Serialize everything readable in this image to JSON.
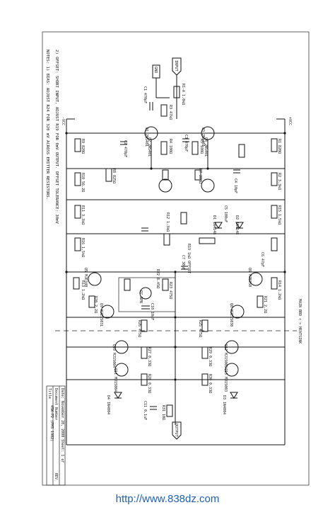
{
  "notes": {
    "line1": "NOTES: 1) BIAS: ADJUST R24 FOR 320 mV ACROSS EMITTER RESISTORS.",
    "line2": "2) OFFSET: SHORT INPUT, ADJUST R19 FOR 0mV OUTPUT. OFFSET TOLERANCE: 30mV"
  },
  "rails": {
    "pos": "+VCC",
    "neg": "-VCC"
  },
  "connectors": {
    "input": "INPUT",
    "output": "OUTPUT",
    "gnd": "GND"
  },
  "heatsink_note": "MAIN BRD < > HEATSINK",
  "title_block": {
    "title_label": "Title",
    "title": "45W-P2 (PMS 1982)",
    "docnum_label": "Document Number",
    "date": "Date: November 28, 2000 Sheet: 1 of",
    "rev_label": "REV"
  },
  "parts": [
    {
      "label": "R1-A 1.0kΩ"
    },
    {
      "label": "C1 470pF"
    },
    {
      "label": "R3 47kΩ"
    },
    {
      "label": "Q1 2N5401"
    },
    {
      "label": "Q2 2N5401"
    },
    {
      "label": "Q3 2N5401"
    },
    {
      "label": "Q4 2N5401"
    },
    {
      "label": "R4 100Ω"
    },
    {
      "label": "R5 100Ω"
    },
    {
      "label": "C2 470pF"
    },
    {
      "label": "C3 470pF"
    },
    {
      "label": "R9 820Ω"
    },
    {
      "label": "R10 56.2Ω"
    },
    {
      "label": "R11 3.3kΩ"
    },
    {
      "label": "R8 825Ω"
    },
    {
      "label": "R1 820Ω"
    },
    {
      "label": "R2 3.3kΩ"
    },
    {
      "label": "R7 200Ω"
    },
    {
      "label": "C4 10pF"
    },
    {
      "label": "C5 100uF"
    },
    {
      "label": "D1 1N4148"
    },
    {
      "label": "D2 1N4148"
    },
    {
      "label": "R15 1.5kΩ"
    },
    {
      "label": "R16 1.5kΩ"
    },
    {
      "label": "R12 1.3kΩ"
    },
    {
      "label": "R19 1kΩ OFFSET"
    },
    {
      "label": "C6 47pF"
    },
    {
      "label": "C7 30pF"
    },
    {
      "label": "R22 8.45Ω"
    },
    {
      "label": "R23 475Ω"
    },
    {
      "label": "Q7 NPN"
    },
    {
      "label": "C10 10uF"
    },
    {
      "label": "Q5 MJE340"
    },
    {
      "label": "Q6 MJE350"
    },
    {
      "label": "R13 1.2kΩ"
    },
    {
      "label": "R14 1.2kΩ"
    },
    {
      "label": "R20 2.2Ω"
    },
    {
      "label": "R21 2.2Ω"
    },
    {
      "label": "Q9 MJE15031"
    },
    {
      "label": "Q8 MJE15030"
    },
    {
      "label": "R26 475Ω"
    },
    {
      "label": "R25 475Ω"
    },
    {
      "label": "Q10 MJ15004"
    },
    {
      "label": "Q11 MJ15004"
    },
    {
      "label": "Q12 MJ15003"
    },
    {
      "label": "Q13 MJ15003"
    },
    {
      "label": "R27 0.33Ω"
    },
    {
      "label": "R28 0.33Ω"
    },
    {
      "label": "R29 0.33Ω"
    },
    {
      "label": "R30 0.33Ω"
    },
    {
      "label": "D3 1N4004"
    },
    {
      "label": "D4 1N4004"
    },
    {
      "label": "C11 0.1uF"
    },
    {
      "label": "R31 10Ω"
    }
  ],
  "footer_url": "http://www.838dz.com"
}
